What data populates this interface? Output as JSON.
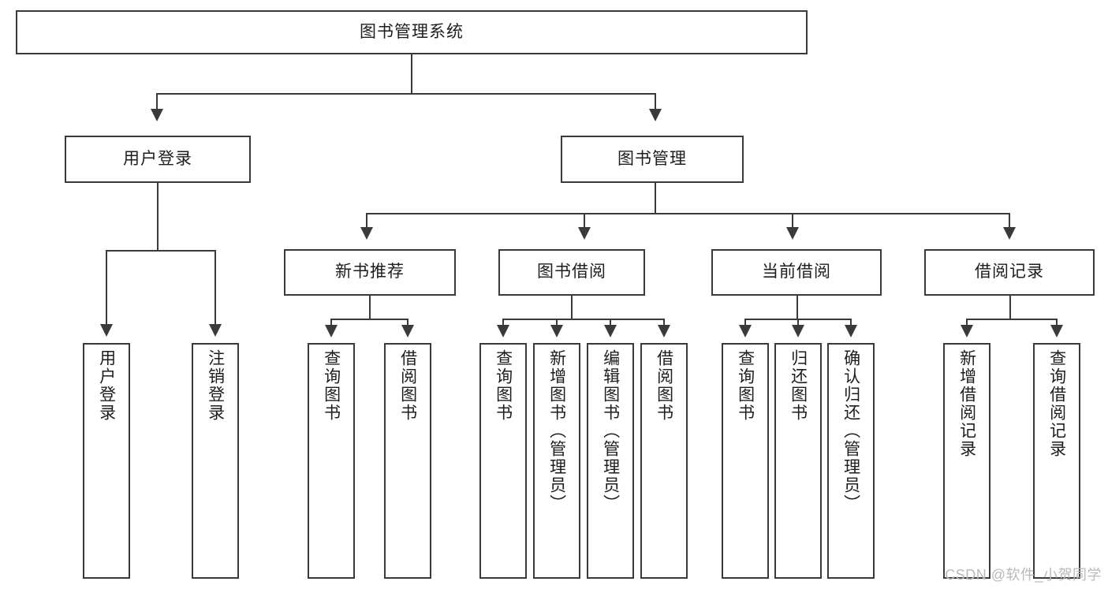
{
  "diagram": {
    "type": "tree",
    "title": "图书管理系统",
    "root": {
      "id": "root",
      "label": "图书管理系统"
    },
    "level1": [
      {
        "id": "user-login",
        "label": "用户登录"
      },
      {
        "id": "book-management",
        "label": "图书管理"
      }
    ],
    "level2": [
      {
        "id": "new-book-recommend",
        "label": "新书推荐"
      },
      {
        "id": "book-borrow",
        "label": "图书借阅"
      },
      {
        "id": "current-borrow",
        "label": "当前借阅"
      },
      {
        "id": "borrow-record",
        "label": "借阅记录"
      }
    ],
    "leaves": {
      "user_login": [
        {
          "id": "leaf-user-login",
          "label": "用户登录"
        },
        {
          "id": "leaf-logout-login",
          "label": "注销登录"
        }
      ],
      "new_book_recommend": [
        {
          "id": "leaf-query-book-1",
          "label": "查询图书"
        },
        {
          "id": "leaf-borrow-book-1",
          "label": "借阅图书"
        }
      ],
      "book_borrow": [
        {
          "id": "leaf-query-book-2",
          "label": "查询图书"
        },
        {
          "id": "leaf-add-book",
          "label": "新增图书（管理员）"
        },
        {
          "id": "leaf-edit-book",
          "label": "编辑图书（管理员）"
        },
        {
          "id": "leaf-borrow-book-2",
          "label": "借阅图书"
        }
      ],
      "current_borrow": [
        {
          "id": "leaf-query-book-3",
          "label": "查询图书"
        },
        {
          "id": "leaf-return-book",
          "label": "归还图书"
        },
        {
          "id": "leaf-confirm-return",
          "label": "确认归还（管理员）"
        }
      ],
      "borrow_record": [
        {
          "id": "leaf-add-record",
          "label": "新增借阅记录"
        },
        {
          "id": "leaf-query-record",
          "label": "查询借阅记录"
        }
      ]
    }
  },
  "watermark": {
    "text": "CSDN @软件_小贺同学"
  },
  "colors": {
    "stroke": "#3a3a3a",
    "text": "#1d1d1d",
    "background": "#ffffff",
    "watermark": "#b9b9b9"
  }
}
